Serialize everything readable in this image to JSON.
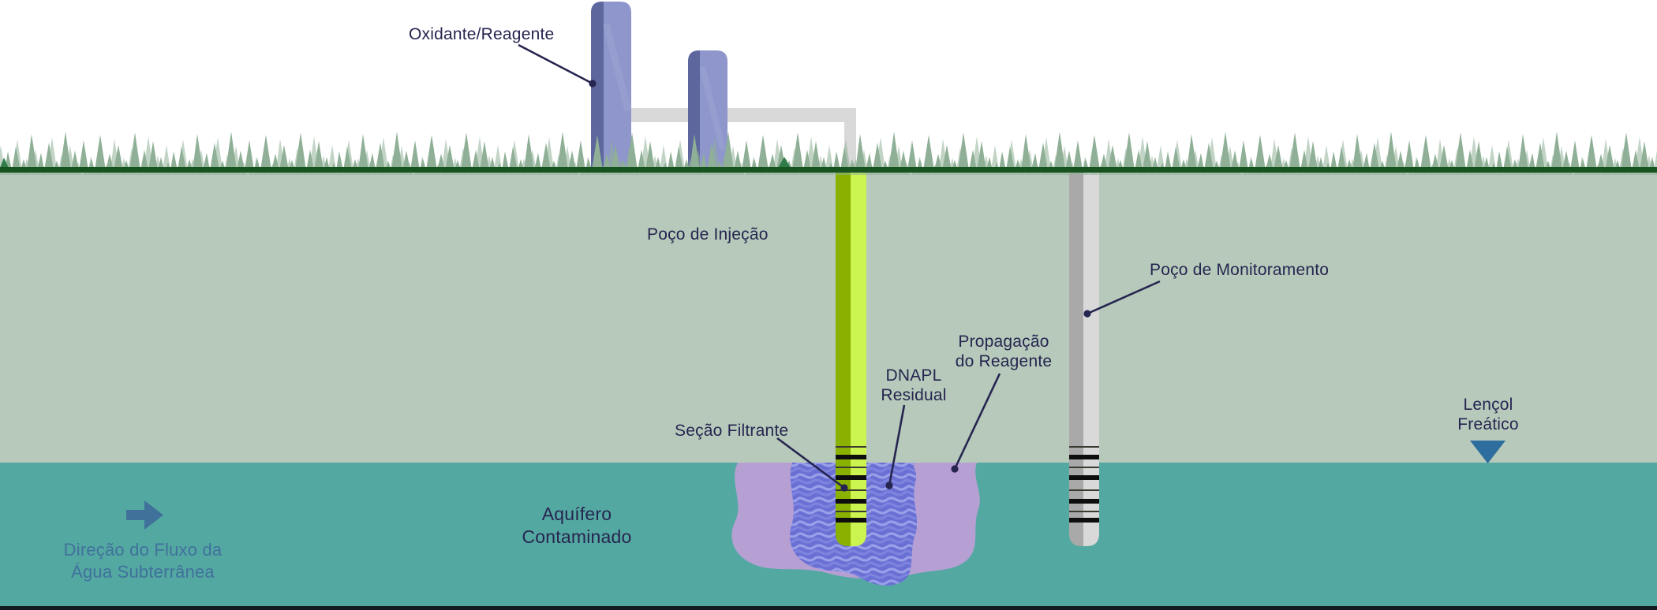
{
  "diagram": {
    "labels": {
      "oxidant_reagent": "Oxidante/Reagente",
      "injection_well": "Poço de Injeção",
      "monitoring_well": "Poço de Monitoramento",
      "reagent_propagation": "Propagação\ndo Reagente",
      "dnapl_residual": "DNAPL\nResidual",
      "screen_section": "Seção Filtrante",
      "water_table": "Lençol\nFreático",
      "contaminated_aquifer": "Aquífero\nContaminado",
      "groundwater_flow": "Direção do Fluxo da\nÁgua Subterrânea"
    },
    "icons": {
      "flow_arrow": "right-arrow",
      "water_table_marker": "down-triangle"
    },
    "colors": {
      "sky": "#ffffff",
      "grass": "#8fb096",
      "grass_accent": "#2f7b4a",
      "ground_line": "#17531f",
      "soil": "#b6c9ba",
      "aquifer": "#54a8a2",
      "bottom_edge": "#141a21",
      "tank_body": "#8e96cc",
      "tank_shadow": "#5d679e",
      "pipe": "#d9d9d9",
      "injection_well_dark": "#8ab100",
      "injection_well_light": "#ccf450",
      "monitoring_well_dark": "#a9a9a9",
      "monitoring_well_light": "#d9d9d9",
      "well_screen_thick": "#0e0e0e",
      "well_screen_thin": "#3a3a30",
      "reagent_plume": "#b6a0d3",
      "dnapl_base": "#6a6fd4",
      "dnapl_wave_light": "#99a0e9",
      "dnapl_wave_mid": "#7d84de",
      "label_text": "#262550",
      "leader": "#262550",
      "flow_blue": "#40719b",
      "water_table_blue": "#2d6e9e"
    }
  }
}
